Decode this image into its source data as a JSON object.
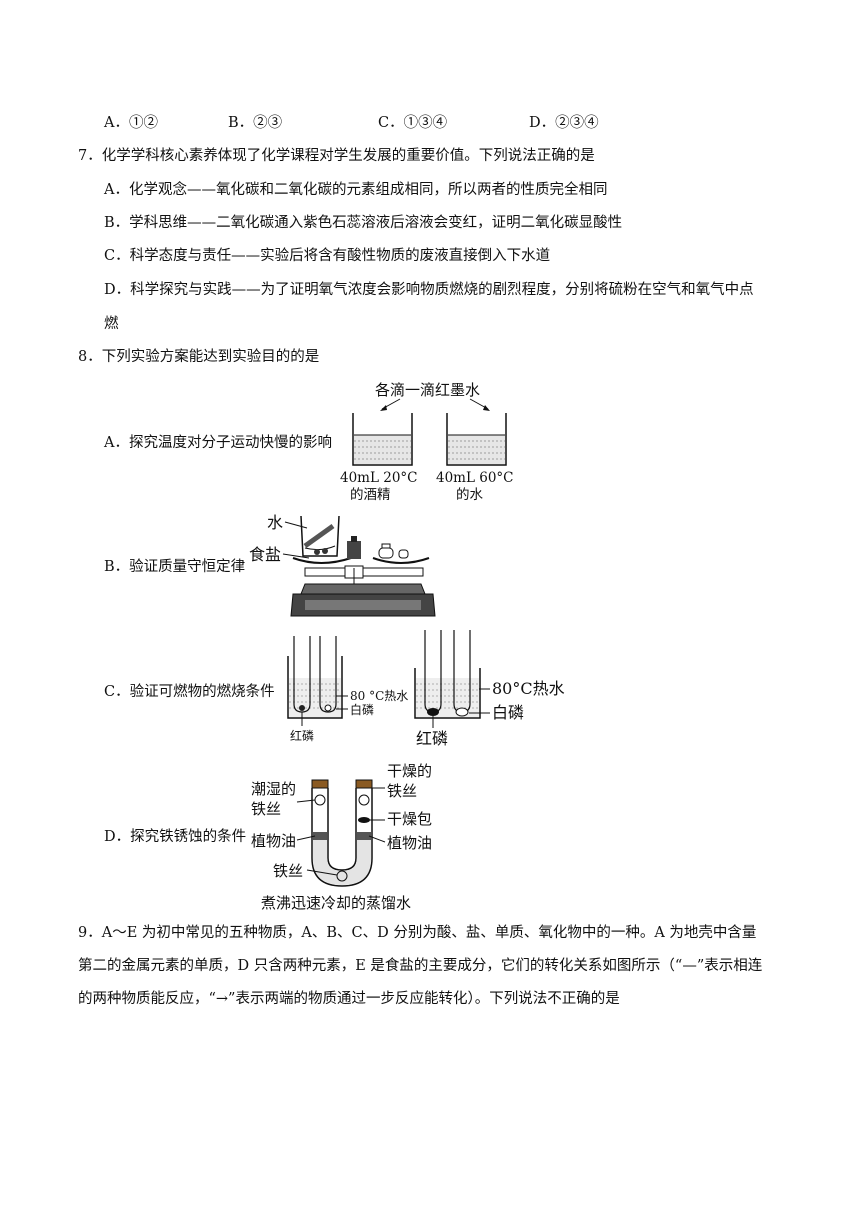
{
  "q6": {
    "options": [
      "A．①②",
      "B．②③",
      "C．①③④",
      "D．②③④"
    ]
  },
  "q7": {
    "stem": "7．化学学科核心素养体现了化学课程对学生发展的重要价值。下列说法正确的是",
    "A": "A．化学观念——氧化碳和二氧化碳的元素组成相同，所以两者的性质完全相同",
    "B": "B．学科思维——二氧化碳通入紫色石蕊溶液后溶液会变红，证明二氧化碳显酸性",
    "C": "C．科学态度与责任——实验后将含有酸性物质的废液直接倒入下水道",
    "D1": "D．科学探究与实践——为了证明氧气浓度会影响物质燃烧的剧烈程度，分别将硫粉在空气和氧气中点",
    "D2": "燃"
  },
  "q8": {
    "stem": "8．下列实验方案能达到实验目的的是",
    "A": {
      "text": "A．探究温度对分子运动快慢的影响",
      "top_label": "各滴一滴红墨水",
      "left_l1": "40mL 20°C",
      "left_l2": "的酒精",
      "right_l1": "40mL 60°C",
      "right_l2": "的水"
    },
    "B": {
      "text": "B．验证质量守恒定律",
      "water": "水",
      "salt": "食盐"
    },
    "C": {
      "text": "C．验证可燃物的燃烧条件",
      "left_hot": "80 °C热水",
      "left_white": "白磷",
      "left_red": "红磷",
      "right_hot": "80°C热水",
      "right_white": "白磷",
      "right_red": "红磷"
    },
    "D": {
      "text": "D．探究铁锈蚀的条件",
      "wet1": "潮湿的",
      "wet2": "铁丝",
      "dry1": "干燥的",
      "dry2": "铁丝",
      "desiccant": "干燥包",
      "oil_left": "植物油",
      "oil_right": "植物油",
      "iron": "铁丝",
      "water": "煮沸迅速冷却的蒸馏水"
    }
  },
  "q9": {
    "l1": "9．A～E 为初中常见的五种物质，A、B、C、D 分别为酸、盐、单质、氧化物中的一种。A 为地壳中含量",
    "l2": "第二的金属元素的单质，D 只含两种元素，E 是食盐的主要成分，它们的转化关系如图所示（“—”表示相连",
    "l3": "的两种物质能反应，“→”表示两端的物质通过一步反应能转化）。下列说法不正确的是"
  }
}
